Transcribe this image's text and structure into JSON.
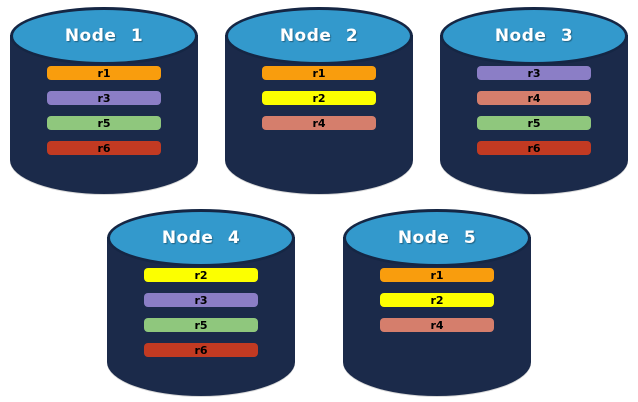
{
  "palette": {
    "background": "#FFFFFF",
    "cylinder_body": "#1B2A4A",
    "cylinder_top_fill": "#3399CC",
    "cylinder_top_border": "#152644",
    "node_label_color": "#FFFFFF",
    "bar_label_color": "#000000"
  },
  "replica_colors": {
    "r1": "#F99D0D",
    "r2": "#FCFF00",
    "r3": "#8B7EC6",
    "r4": "#D57E6C",
    "r5": "#8FC77D",
    "r6": "#C23A22"
  },
  "nodes": [
    {
      "label": "Node 1",
      "replicas": [
        "r1",
        "r3",
        "r5",
        "r6"
      ]
    },
    {
      "label": "Node 2",
      "replicas": [
        "r1",
        "r2",
        "r4"
      ]
    },
    {
      "label": "Node 3",
      "replicas": [
        "r3",
        "r4",
        "r5",
        "r6"
      ]
    },
    {
      "label": "Node 4",
      "replicas": [
        "r2",
        "r3",
        "r5",
        "r6"
      ]
    },
    {
      "label": "Node 5",
      "replicas": [
        "r1",
        "r2",
        "r4"
      ]
    }
  ],
  "rows": [
    [
      0,
      1,
      2
    ],
    [
      3,
      4
    ]
  ]
}
